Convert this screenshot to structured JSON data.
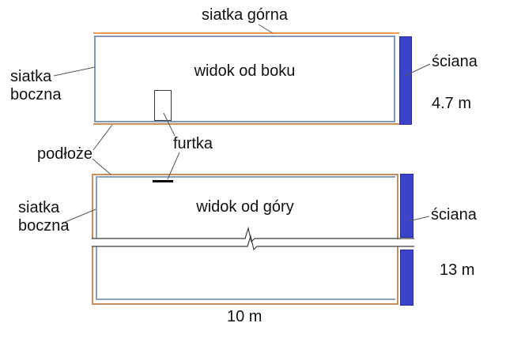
{
  "diagram": {
    "type": "technical-sketch",
    "subject": "aviary / enclosure with nets and wall, side view and top view",
    "labels": {
      "siatka_gorna": "siatka górna",
      "siatka_boczna_1a": "siatka",
      "siatka_boczna_1b": "boczna",
      "sciana_side": "ściana",
      "height_side": "4.7 m",
      "podloze": "podłoże",
      "furtka": "furtka",
      "widok_od_boku": "widok od boku",
      "widok_od_gory": "widok od góry",
      "siatka_boczna_2a": "siatka",
      "siatka_boczna_2b": "boczna",
      "sciana_top": "ściana",
      "depth_top": "13 m",
      "width_bottom": "10 m"
    },
    "dimensions": {
      "wall_height": "4.7 m",
      "enclosure_depth": "13 m",
      "enclosure_width": "10 m"
    },
    "colors": {
      "wall_fill": "#3B44C8",
      "wall_border": "#2B2BA0",
      "net_blue": "#8097B9",
      "top_net_orange": "#ED9C4F",
      "ground_tan": "#C68E5F",
      "gate_black": "#000000",
      "leader_line": "#555555",
      "text": "#111111"
    }
  }
}
